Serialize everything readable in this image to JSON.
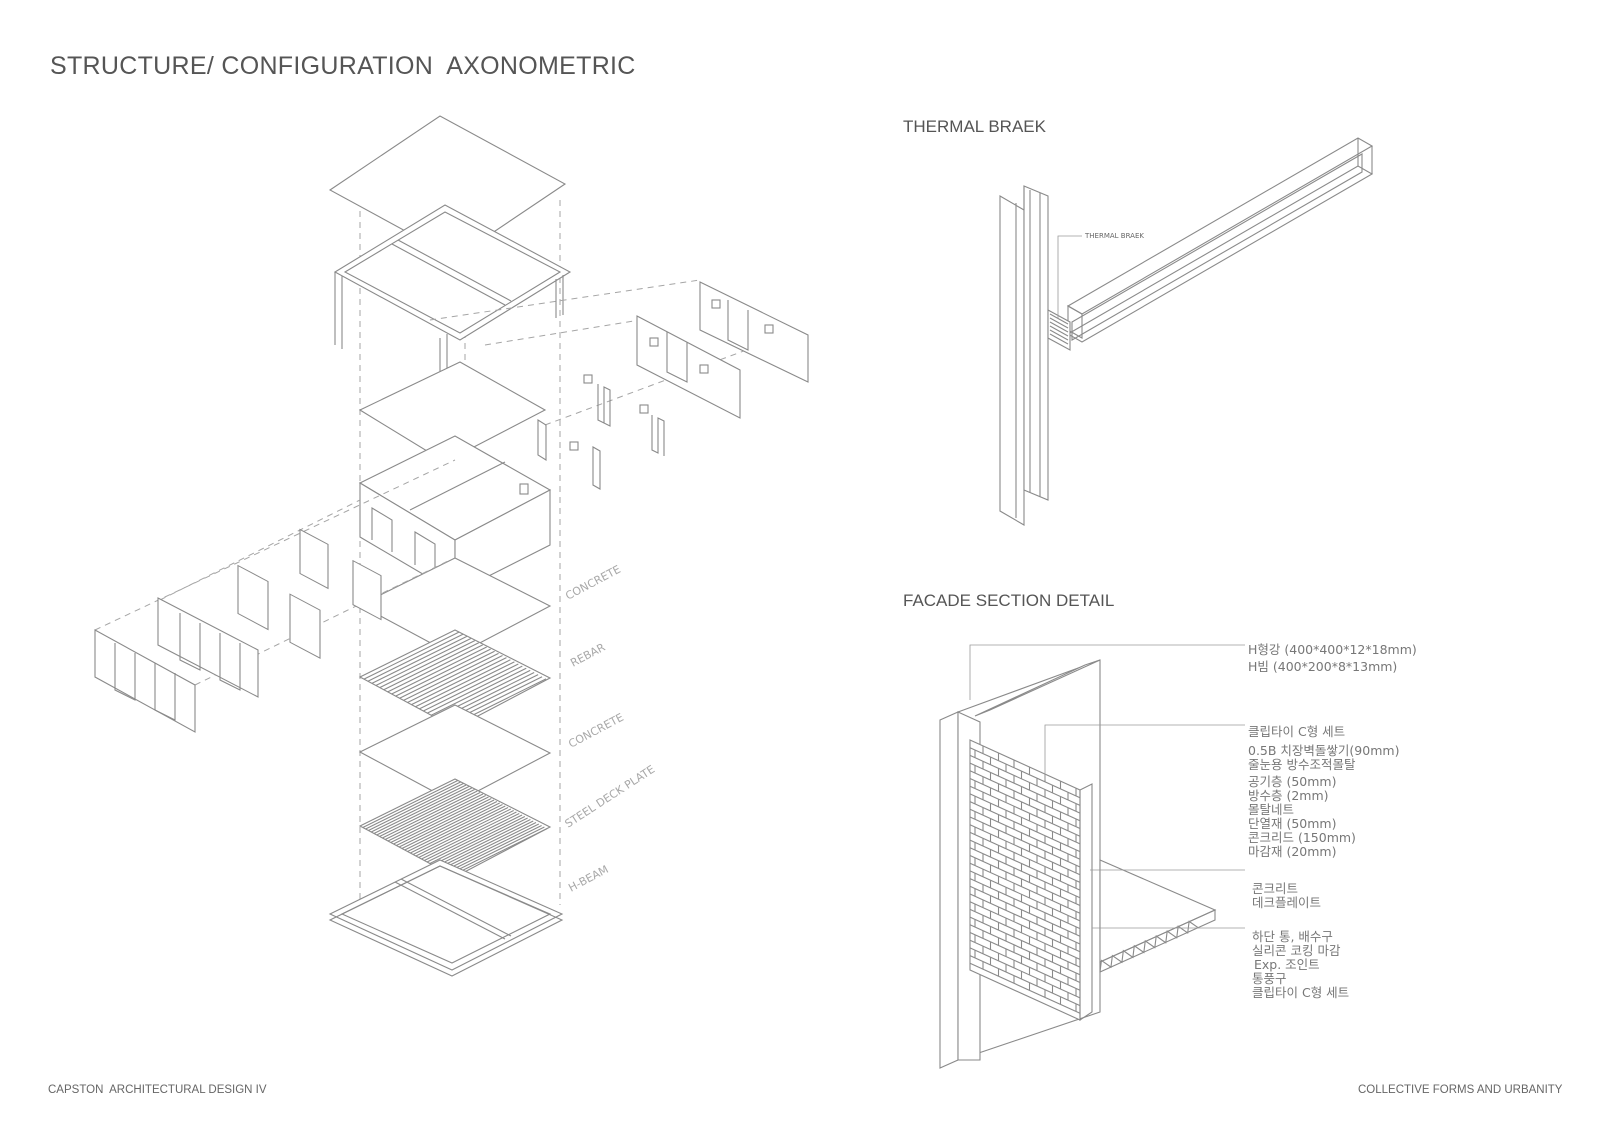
{
  "title": "STRUCTURE/ CONFIGURATION  AXONOMETRIC",
  "thermal": {
    "title": "THERMAL BRAEK",
    "callout": "THERMAL BRAEK"
  },
  "facade": {
    "title": "FACADE SECTION DETAIL",
    "notes_group1": [
      "H형강 (400*400*12*18mm)",
      "H빔 (400*200*8*13mm)"
    ],
    "notes_group2": [
      "클립타이 C형 세트",
      "0.5B 치장벽돌쌓기(90mm)",
      "줄눈용 방수조적몰탈",
      "공기층 (50mm)",
      "방수층 (2mm)",
      "몰탈네트",
      "단열재 (50mm)",
      "콘크리드 (150mm)",
      "마감재 (20mm)"
    ],
    "notes_group3": [
      "콘크리트",
      "데크플레이트"
    ],
    "notes_group4": [
      "하단 통, 배수구",
      "실리콘 코킹 마감",
      "Exp. 조인트",
      "통풍구",
      "클립타이 C형 세트"
    ]
  },
  "layers": [
    "CONCRETE",
    "REBAR",
    "CONCRETE",
    "STEEL DECK PLATE",
    "H-BEAM"
  ],
  "footer": {
    "left": "CAPSTON  ARCHITECTURAL DESIGN IV",
    "right": "COLLECTIVE FORMS AND URBANITY"
  }
}
